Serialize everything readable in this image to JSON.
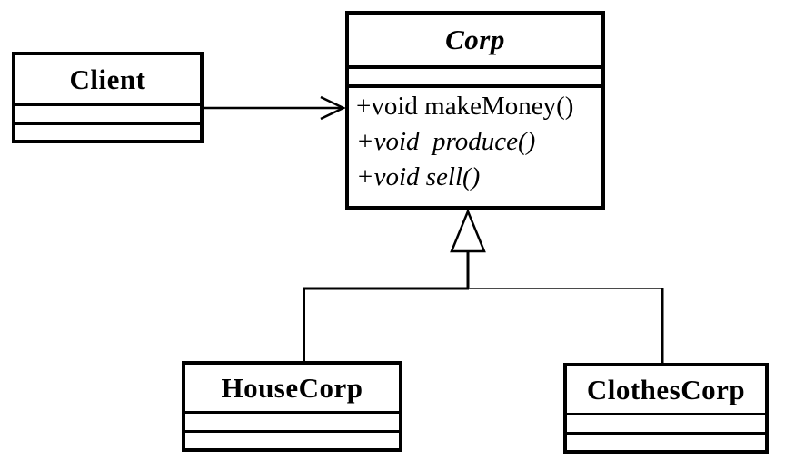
{
  "diagram": {
    "type": "uml-class-diagram",
    "background_color": "#ffffff",
    "line_color": "#000000",
    "classes": {
      "client": {
        "name": "Client",
        "abstract": false
      },
      "corp": {
        "name": "Corp",
        "abstract": true,
        "methods": [
          {
            "text": "+void makeMoney()",
            "italic": false
          },
          {
            "text": "+void  produce()",
            "italic": true
          },
          {
            "text": "+void sell()",
            "italic": true
          }
        ]
      },
      "house": {
        "name": "HouseCorp",
        "abstract": false
      },
      "clothes": {
        "name": "ClothesCorp",
        "abstract": false
      }
    },
    "relationships": [
      {
        "type": "association",
        "from": "Client",
        "to": "Corp",
        "arrow": "open-arrowhead"
      },
      {
        "type": "generalization",
        "from": "HouseCorp",
        "to": "Corp",
        "arrow": "hollow-triangle"
      },
      {
        "type": "generalization",
        "from": "ClothesCorp",
        "to": "Corp",
        "arrow": "hollow-triangle"
      }
    ]
  }
}
